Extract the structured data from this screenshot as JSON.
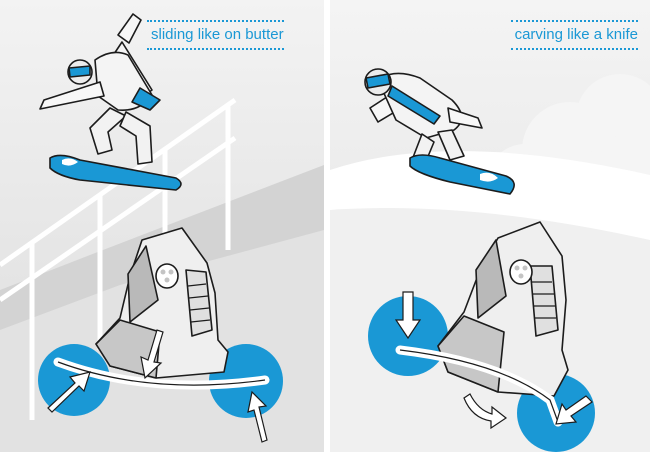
{
  "panels": {
    "left": {
      "caption": "sliding like on butter"
    },
    "right": {
      "caption": "carving like a knife"
    }
  },
  "colors": {
    "accent": "#1a98d5",
    "accent_dark": "#0d78b3",
    "background_light": "#eeeeee",
    "background_dark": "#d9d9d9",
    "outline": "#1c1c1c"
  },
  "icons": {
    "left": [
      "snowboarder-jib",
      "handrail",
      "snowboard-boot",
      "flex-zone-circles",
      "pressure-arrows"
    ],
    "right": [
      "snowboarder-carving",
      "cloud",
      "snowboard-boot",
      "flex-zone-circles",
      "pressure-arrows"
    ]
  }
}
